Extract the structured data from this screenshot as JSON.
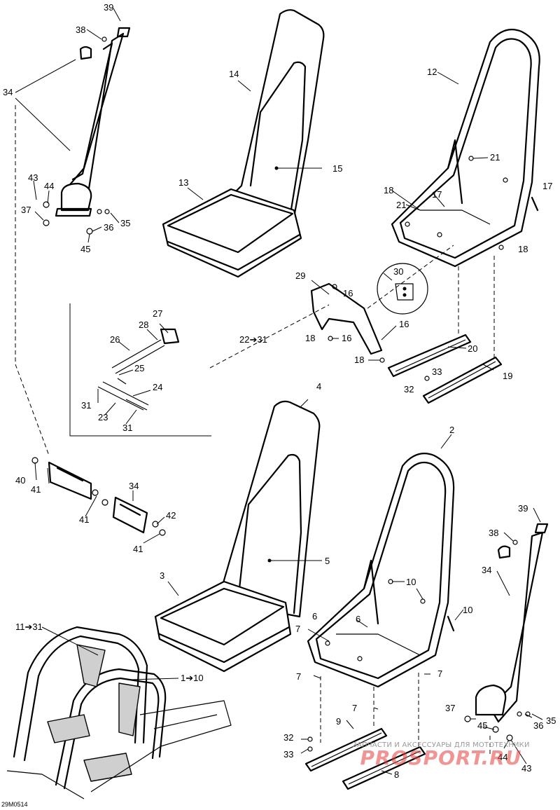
{
  "callouts": [
    {
      "id": "c39a",
      "text": "39"
    },
    {
      "id": "c38a",
      "text": "38"
    },
    {
      "id": "c34a",
      "text": "34"
    },
    {
      "id": "c43a",
      "text": "43"
    },
    {
      "id": "c44a",
      "text": "44"
    },
    {
      "id": "c37a",
      "text": "37"
    },
    {
      "id": "c36a",
      "text": "36"
    },
    {
      "id": "c35a",
      "text": "35"
    },
    {
      "id": "c45a",
      "text": "45"
    },
    {
      "id": "c14",
      "text": "14"
    },
    {
      "id": "c15",
      "text": "15"
    },
    {
      "id": "c13",
      "text": "13"
    },
    {
      "id": "c12",
      "text": "12"
    },
    {
      "id": "c21a",
      "text": "21"
    },
    {
      "id": "c18a",
      "text": "18"
    },
    {
      "id": "c17a",
      "text": "17"
    },
    {
      "id": "c21b",
      "text": "21"
    },
    {
      "id": "c17b",
      "text": "17"
    },
    {
      "id": "c18b",
      "text": "18"
    },
    {
      "id": "c29",
      "text": "29"
    },
    {
      "id": "c30",
      "text": "30"
    },
    {
      "id": "c16a",
      "text": "16"
    },
    {
      "id": "c16b",
      "text": "16"
    },
    {
      "id": "c16c",
      "text": "16"
    },
    {
      "id": "c18c",
      "text": "18"
    },
    {
      "id": "c18d",
      "text": "18"
    },
    {
      "id": "c22",
      "text": "22➔31"
    },
    {
      "id": "c20",
      "text": "20"
    },
    {
      "id": "c33a",
      "text": "33"
    },
    {
      "id": "c32a",
      "text": "32"
    },
    {
      "id": "c19",
      "text": "19"
    },
    {
      "id": "c27",
      "text": "27"
    },
    {
      "id": "c28",
      "text": "28"
    },
    {
      "id": "c26",
      "text": "26"
    },
    {
      "id": "c25",
      "text": "25"
    },
    {
      "id": "c24",
      "text": "24"
    },
    {
      "id": "c31a",
      "text": "31"
    },
    {
      "id": "c23",
      "text": "23"
    },
    {
      "id": "c31b",
      "text": "31"
    },
    {
      "id": "c4",
      "text": "4"
    },
    {
      "id": "c2",
      "text": "2"
    },
    {
      "id": "c5",
      "text": "5"
    },
    {
      "id": "c3",
      "text": "3"
    },
    {
      "id": "c40",
      "text": "40"
    },
    {
      "id": "c41a",
      "text": "41"
    },
    {
      "id": "c34b",
      "text": "34"
    },
    {
      "id": "c41b",
      "text": "41"
    },
    {
      "id": "c42",
      "text": "42"
    },
    {
      "id": "c41c",
      "text": "41"
    },
    {
      "id": "c39b",
      "text": "39"
    },
    {
      "id": "c38b",
      "text": "38"
    },
    {
      "id": "c34c",
      "text": "34"
    },
    {
      "id": "c10a",
      "text": "10"
    },
    {
      "id": "c10b",
      "text": "10"
    },
    {
      "id": "c6a",
      "text": "6"
    },
    {
      "id": "c6b",
      "text": "6"
    },
    {
      "id": "c7a",
      "text": "7"
    },
    {
      "id": "c7b",
      "text": "7"
    },
    {
      "id": "c7c",
      "text": "7"
    },
    {
      "id": "c7d",
      "text": "7"
    },
    {
      "id": "c11",
      "text": "11➔31"
    },
    {
      "id": "c1",
      "text": "1➔10"
    },
    {
      "id": "c9",
      "text": "9"
    },
    {
      "id": "c32b",
      "text": "32"
    },
    {
      "id": "c33b",
      "text": "33"
    },
    {
      "id": "c8",
      "text": "8"
    },
    {
      "id": "c37b",
      "text": "37"
    },
    {
      "id": "c36b",
      "text": "36"
    },
    {
      "id": "c35b",
      "text": "35"
    },
    {
      "id": "c45b",
      "text": "45"
    },
    {
      "id": "c44b",
      "text": "44"
    },
    {
      "id": "c43b",
      "text": "43"
    }
  ],
  "footer": {
    "code": "29M0514"
  },
  "watermark": {
    "top": "ЗАПЧАСТИ И АКСЕССУАРЫ ДЛЯ МОТОТЕХНИКИ",
    "brand": "PROSPORT.RU"
  }
}
